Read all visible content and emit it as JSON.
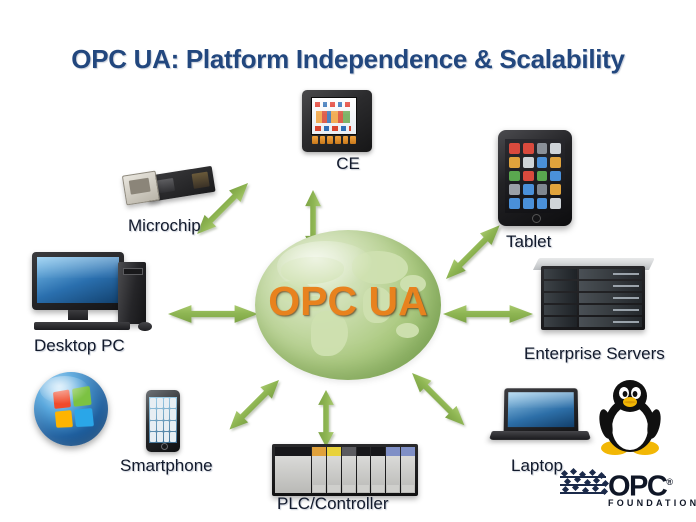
{
  "title": "OPC UA: Platform Independence & Scalability",
  "center": {
    "label": "OPC UA",
    "text_color": "#e8821e",
    "globe_color": "#aecb84"
  },
  "arrow_color": "#8fb653",
  "nodes": [
    {
      "id": "ce",
      "label": "CE",
      "icon": "hmi-panel-icon"
    },
    {
      "id": "microchip",
      "label": "Microchip",
      "icon": "microchip-board-icon"
    },
    {
      "id": "tablet",
      "label": "Tablet",
      "icon": "tablet-icon"
    },
    {
      "id": "desktop-pc",
      "label": "Desktop PC",
      "icon": "desktop-computer-icon"
    },
    {
      "id": "servers",
      "label": "Enterprise Servers",
      "icon": "server-rack-icon"
    },
    {
      "id": "smartphone",
      "label": "Smartphone",
      "icon": "smartphone-icon"
    },
    {
      "id": "plc",
      "label": "PLC/Controller",
      "icon": "plc-rack-icon"
    },
    {
      "id": "laptop",
      "label": "Laptop",
      "icon": "laptop-icon"
    }
  ],
  "decorations": [
    {
      "id": "windows-orb",
      "icon": "windows-logo-icon"
    },
    {
      "id": "linux-tux",
      "icon": "linux-penguin-icon"
    }
  ],
  "logo": {
    "word": "OPC",
    "registered": "®",
    "sub": "FOUNDATION"
  }
}
